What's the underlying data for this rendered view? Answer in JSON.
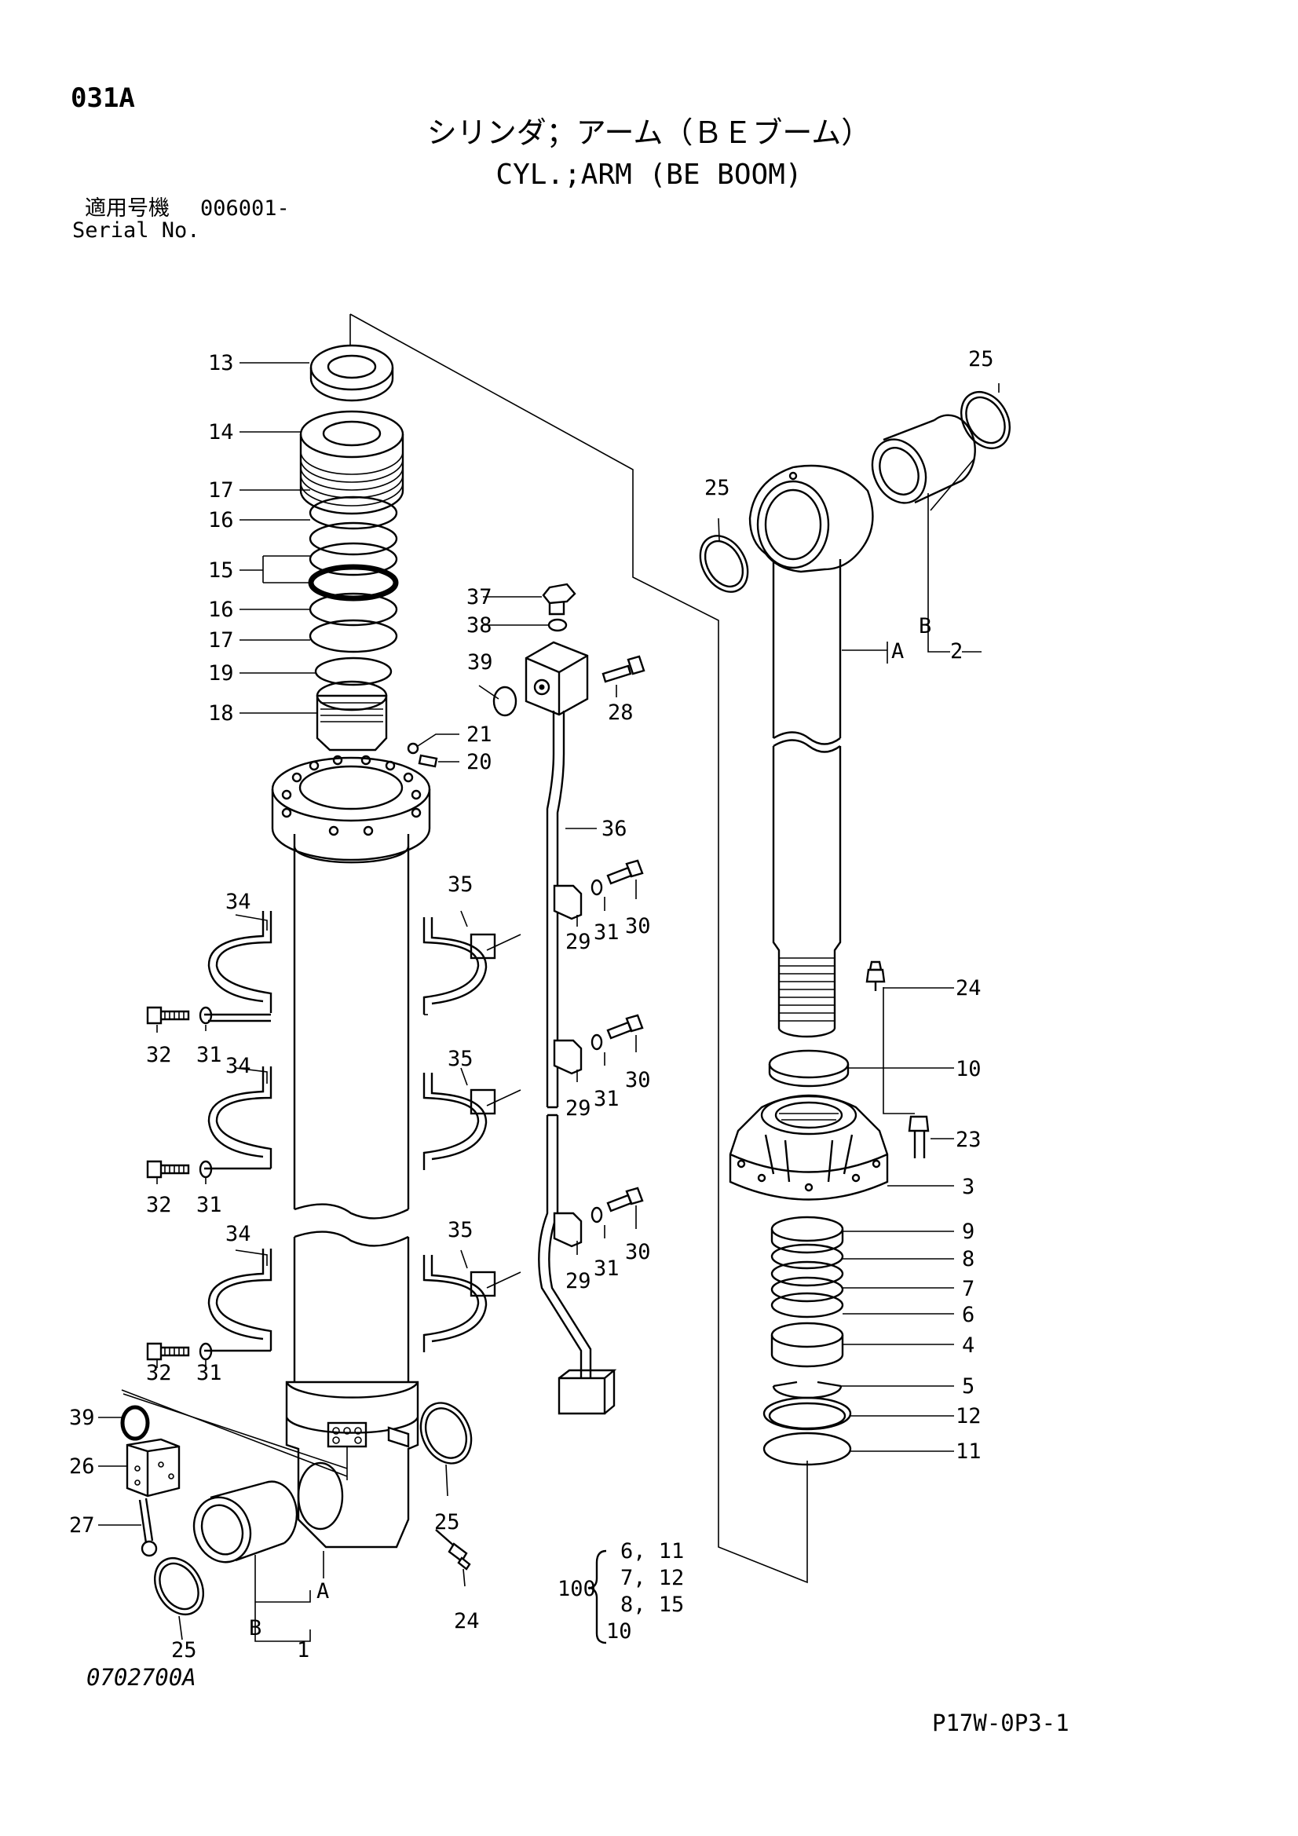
{
  "header": {
    "code": "031A",
    "title_jp": "シリンダ；アーム（ＢＥブーム）",
    "title_en": "CYL.;ARM (BE BOOM)",
    "serial_label_jp": "適用号機",
    "serial_value": "006001-",
    "serial_label_en": "Serial No."
  },
  "footer": {
    "figure_code": "0702700A",
    "page_id": "P17W-0P3-1"
  },
  "callouts": {
    "c1": "1",
    "c2": "2",
    "c3": "3",
    "c4": "4",
    "c5": "5",
    "c6": "6",
    "c7": "7",
    "c8": "8",
    "c9": "9",
    "c10": "10",
    "c11": "11",
    "c12": "12",
    "c13": "13",
    "c14": "14",
    "c15": "15",
    "c16a": "16",
    "c16b": "16",
    "c17a": "17",
    "c17b": "17",
    "c18": "18",
    "c19": "19",
    "c20": "20",
    "c21": "21",
    "c23": "23",
    "c24a": "24",
    "c24b": "24",
    "c25a": "25",
    "c25b": "25",
    "c25c": "25",
    "c25d": "25",
    "c26": "26",
    "c27": "27",
    "c28": "28",
    "c29a": "29",
    "c29b": "29",
    "c29c": "29",
    "c30a": "30",
    "c30b": "30",
    "c30c": "30",
    "c31a": "31",
    "c31b": "31",
    "c31c": "31",
    "c31d": "31",
    "c31e": "31",
    "c31f": "31",
    "c32a": "32",
    "c32b": "32",
    "c32c": "32",
    "c34a": "34",
    "c34b": "34",
    "c34c": "34",
    "c35a": "35",
    "c35b": "35",
    "c35c": "35",
    "c36": "36",
    "c37": "37",
    "c38": "38",
    "c39a": "39",
    "c39b": "39",
    "refA1": "A",
    "refA2": "A",
    "refB1": "B",
    "refB2": "B"
  },
  "kit": {
    "number": "100",
    "lines": [
      "6, 11",
      "7, 12",
      "8, 15",
      "10"
    ]
  }
}
